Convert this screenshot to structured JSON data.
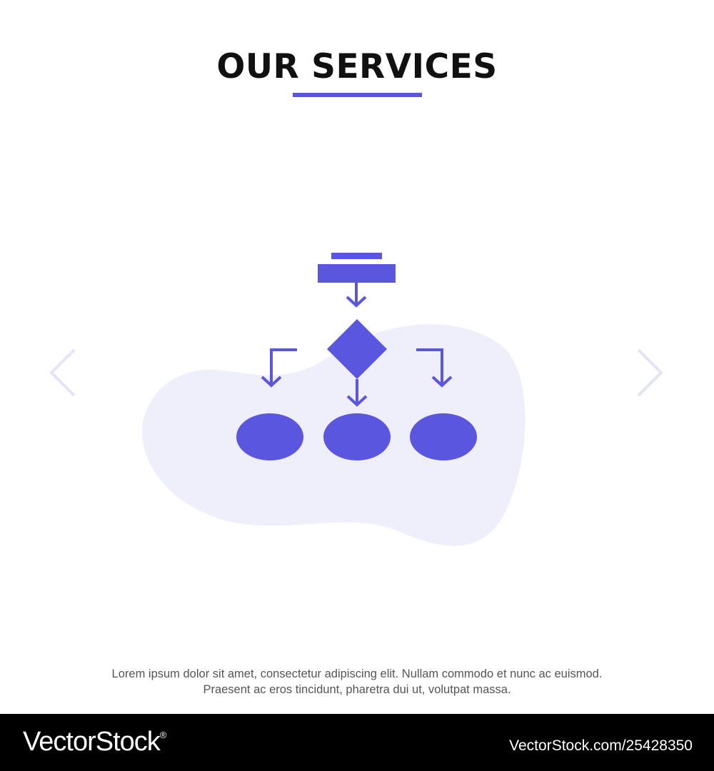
{
  "header": {
    "title": "OUR SERVICES"
  },
  "colors": {
    "accent": "#5b56e0",
    "blob": "#efeffb",
    "nav_arrow": "#e4e4f7",
    "text": "#555555",
    "footer_bg": "#000000"
  },
  "icon": {
    "name": "flowchart-algorithm-icon"
  },
  "navigation": {
    "prev_icon": "chevron-left-icon",
    "next_icon": "chevron-right-icon"
  },
  "caption": {
    "line1": "Lorem ipsum dolor sit amet, consectetur adipiscing elit. Nullam commodo et nunc ac euismod.",
    "line2": "Praesent ac eros tincidunt, pharetra dui ut, volutpat massa."
  },
  "footer": {
    "brand": "VectorStock",
    "brand_mark": "®",
    "url": "VectorStock.com/25428350"
  }
}
